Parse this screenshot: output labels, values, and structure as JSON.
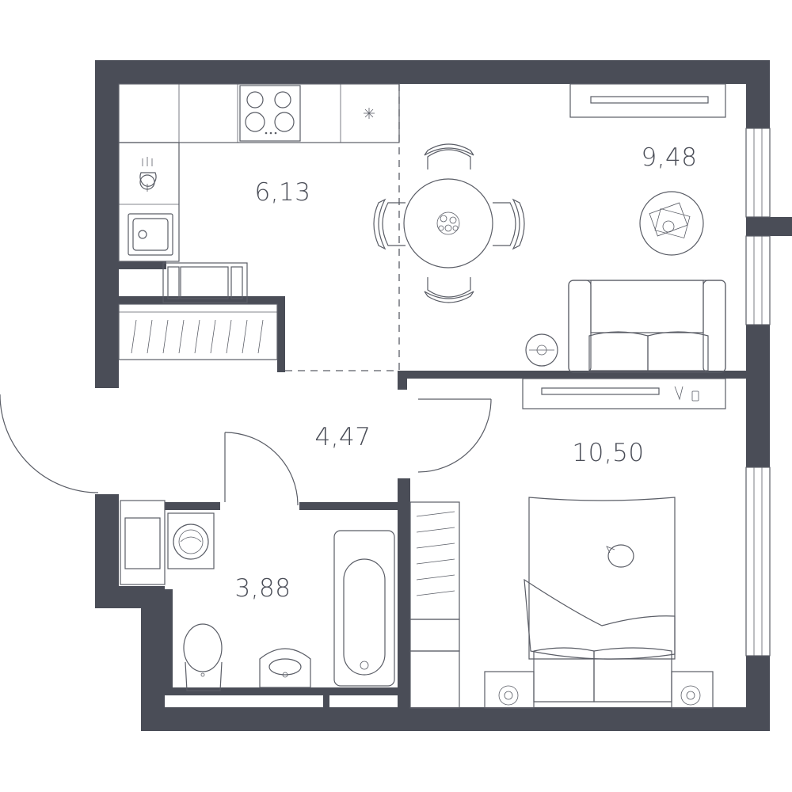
{
  "colors": {
    "wall": "#4a4d57",
    "line": "#5a5d66",
    "background": "#ffffff"
  },
  "rooms": [
    {
      "id": "kitchen",
      "area": "6,13"
    },
    {
      "id": "living",
      "area": "9,48"
    },
    {
      "id": "hallway",
      "area": "4,47"
    },
    {
      "id": "bedroom",
      "area": "10,50"
    },
    {
      "id": "bathroom",
      "area": "3,88"
    }
  ],
  "icons": {
    "cooktop": "cooktop-icon",
    "fridge": "snowflake-icon",
    "dishwasher": "dishwasher-icon",
    "sink": "sink-icon",
    "washer": "washing-machine-icon",
    "toilet": "toilet-icon",
    "bathtub": "bathtub-icon"
  }
}
